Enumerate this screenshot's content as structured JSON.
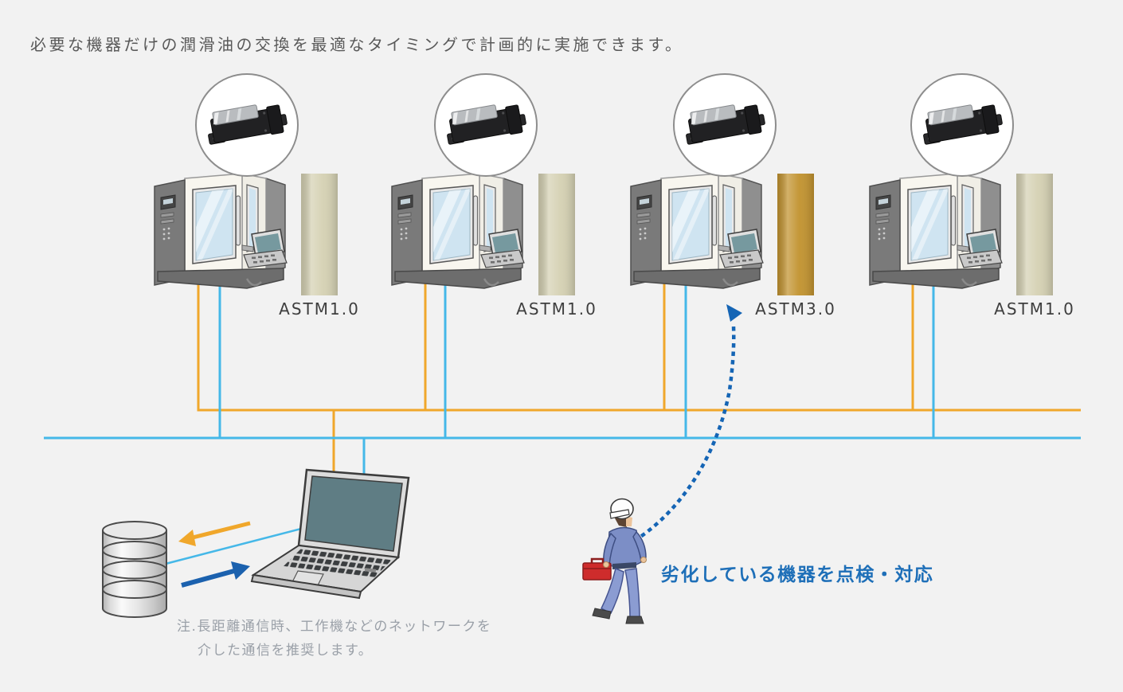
{
  "title": "必要な機器だけの潤滑油の交換を最適なタイミングで計画的に実施できます。",
  "machines": [
    {
      "label": "ASTM1.0",
      "status": "normal"
    },
    {
      "label": "ASTM1.0",
      "status": "normal"
    },
    {
      "label": "ASTM3.0",
      "status": "degraded"
    },
    {
      "label": "ASTM1.0",
      "status": "normal"
    }
  ],
  "worker_note": "劣化している機器を点検・対応",
  "footnote": {
    "line1": "注.長距離通信時、工作機などのネットワークを",
    "line2": "介した通信を推奨します。"
  },
  "icons": {
    "sensor": "oil-condition-sensor",
    "machine": "cnc-machine",
    "database": "database-cylinder",
    "laptop": "laptop-computer",
    "worker": "maintenance-worker-with-toolbox",
    "upload_arrow": "orange-arrow-left",
    "download_arrow": "blue-arrow-right",
    "dispatch_arrow": "blue-dashed-curved-arrow"
  },
  "colors": {
    "background": "#f2f2f2",
    "title-text": "#595959",
    "label-text": "#3e3e3e",
    "footnote-text": "#9aa0a8",
    "note-blue": "#1e6fb8",
    "line-orange": "#f0a72b",
    "line-blue": "#45b8e8",
    "arrow-dark-blue": "#1b61ae",
    "dashed-blue": "#1565b5",
    "bar-normal": "#d5d1b3",
    "bar-degraded": "#c2932f"
  }
}
